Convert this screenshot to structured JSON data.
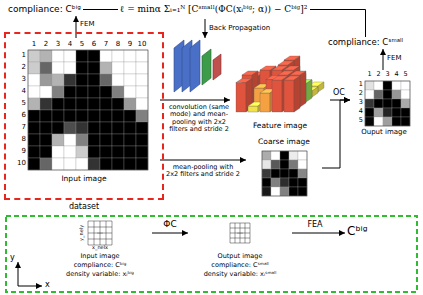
{
  "diagram": {
    "nodes": [
      {
        "text": [
          "dataset"
        ]
      },
      {
        "text": [
          "Input image"
        ],
        "in": 0
      },
      {
        "text": [
          "compliance: Cᵇⁱᵍ"
        ]
      },
      {
        "text": [
          "ℓ = minα Σᵢ₌₁ᴺ [Cˢᵐᵃˡˡ(ΦC(xᵢᵇⁱᵍ; α)) − Cᵇⁱᵍ]²"
        ]
      },
      {
        "text": [
          "Feature image"
        ]
      },
      {
        "text": [
          "Coarse image"
        ]
      },
      {
        "text": [
          "Ouput image"
        ]
      },
      {
        "text": [
          "compliance: Cˢᵐᵃˡˡ"
        ]
      },
      {
        "text": [
          "Input image",
          "compliance: Cᵇⁱᵍ",
          "density variable: xᵢᵇⁱᵍ"
        ]
      },
      {
        "text": [
          "Output image",
          "compliance: Cˢᵐᵃˡˡ",
          "density variable: xᵢˢᵐᵃˡˡ"
        ]
      },
      {
        "text": [
          "Cᵇⁱᵍ"
        ]
      }
    ],
    "edges": [
      {
        "from": 1,
        "to": 2,
        "arrow": "to",
        "label": "FEM"
      },
      {
        "from": 2,
        "to": 3,
        "arrow": "none"
      },
      {
        "from": 7,
        "to": 3,
        "arrow": "none"
      },
      {
        "from": 1,
        "to": 4,
        "arrow": "to",
        "label": "convolution (same mode) and mean-pooling with 2x2 filters and stride 2"
      },
      {
        "from": 1,
        "to": 5,
        "arrow": "to",
        "label": "mean-pooling with 2x2 filters and stride 2"
      },
      {
        "from": 4,
        "to": 6,
        "arrow": "to",
        "label": "OC"
      },
      {
        "from": 5,
        "to": 6,
        "arrow": "to"
      },
      {
        "from": 6,
        "to": 7,
        "arrow": "to",
        "label": "FEM"
      },
      {
        "from": 8,
        "to": 9,
        "arrow": "to",
        "label": "ΦC"
      },
      {
        "from": 9,
        "to": 10,
        "arrow": "to",
        "label": "FEA"
      }
    ],
    "labels": [
      "Back Propagation",
      "1",
      "2",
      "3",
      "4",
      "5",
      "6",
      "7",
      "8",
      "9",
      "10",
      "1",
      "2",
      "3",
      "4",
      "5",
      "6",
      "7",
      "8",
      "9",
      "10",
      "1",
      "2",
      "3",
      "4",
      "5",
      "1",
      "2",
      "3",
      "4",
      "5",
      "x_nelx",
      "y_nely",
      "y",
      "x"
    ]
  }
}
